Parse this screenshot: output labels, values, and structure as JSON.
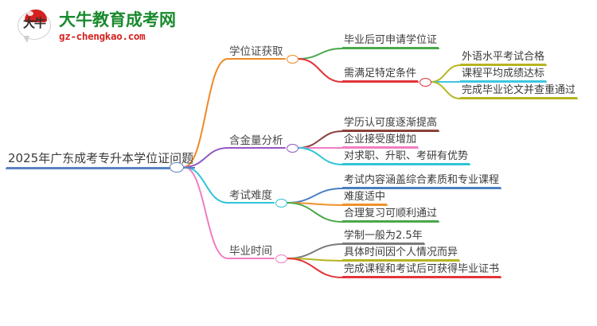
{
  "logo": {
    "mark_text": "大牛",
    "title": "大牛教育成考网",
    "url": "gz-chengkao.com",
    "title_color": "#1a8a2e",
    "url_color": "#d4211f",
    "cap_color": "#d4211f"
  },
  "mindmap": {
    "root": {
      "label": "2025年广东成考专升本学位证问题",
      "color": "#5b82c4"
    },
    "branches": [
      {
        "label": "学位证获取",
        "color": "#f08a24",
        "children": [
          {
            "label": "毕业后可申请学位证",
            "color": "#4aa84a",
            "children": []
          },
          {
            "label": "需满足特定条件",
            "color": "#e2343a",
            "children": [
              {
                "label": "外语水平考试合格",
                "color": "#b5b520"
              },
              {
                "label": "课程平均成绩达标",
                "color": "#3ec6e0"
              },
              {
                "label": "完成毕业论文并查重通过",
                "color": "#b5b520"
              }
            ]
          }
        ]
      },
      {
        "label": "含金量分析",
        "color": "#9457c4",
        "children": [
          {
            "label": "学历认可度逐渐提高",
            "color": "#8a4038",
            "children": []
          },
          {
            "label": "企业接受度增加",
            "color": "#f07ec2",
            "children": []
          },
          {
            "label": "对求职、升职、考研有优势",
            "color": "#2ec4d8",
            "children": []
          }
        ]
      },
      {
        "label": "考试难度",
        "color": "#2ec4d8",
        "children": [
          {
            "label": "考试内容涵盖综合素质和专业课程",
            "color": "#4a7fc1",
            "children": []
          },
          {
            "label": "难度适中",
            "color": "#f0902a",
            "children": []
          },
          {
            "label": "合理复习可顺利通过",
            "color": "#4aa84a",
            "children": []
          }
        ]
      },
      {
        "label": "毕业时间",
        "color": "#f07ec2",
        "children": [
          {
            "label": "学制一般为2.5年",
            "color": "#7a7a7a",
            "children": []
          },
          {
            "label": "具体时间因个人情况而异",
            "color": "#b5b520",
            "children": []
          },
          {
            "label": "完成课程和考试后可获得毕业证书",
            "color": "#e2343a",
            "children": []
          }
        ]
      }
    ]
  }
}
